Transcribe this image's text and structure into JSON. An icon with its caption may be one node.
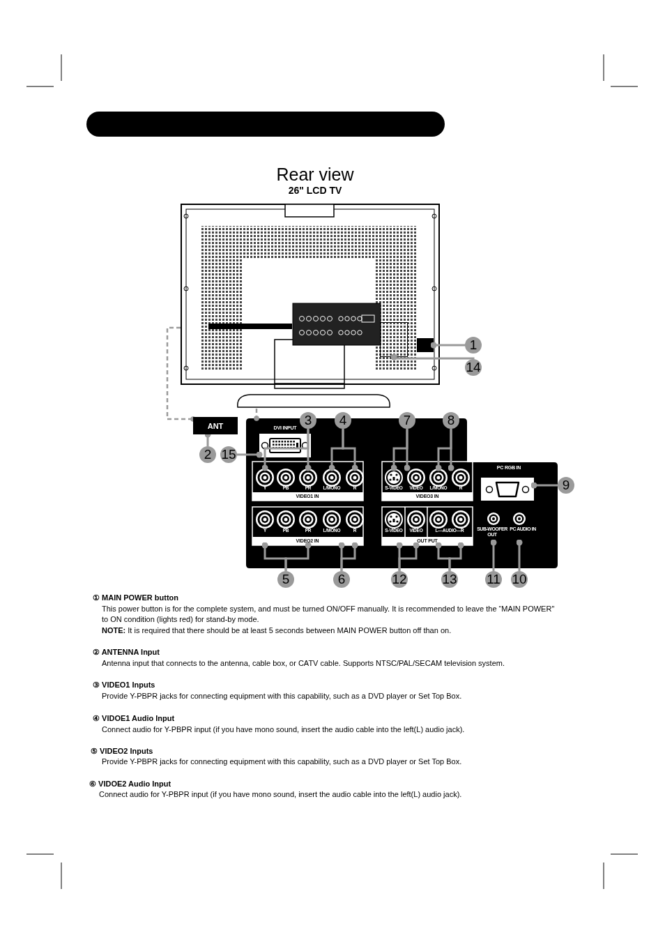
{
  "diagram": {
    "title": "Rear view",
    "nodes": [
      {
        "text": [],
        "shape": "picture"
      },
      {
        "text": [],
        "shape": "box",
        "in": 0
      },
      {
        "text": [],
        "shape": "box",
        "in": 0
      },
      {
        "text": [
          "1"
        ]
      },
      {
        "text": [
          "14"
        ]
      },
      {
        "text": [
          "ANT"
        ]
      },
      {
        "text": [],
        "shape": "box"
      },
      {
        "text": [],
        "shape": "box",
        "in": 6
      },
      {
        "text": [],
        "shape": "circle",
        "in": 6
      },
      {
        "text": [],
        "shape": "circle",
        "in": 6
      },
      {
        "text": [],
        "shape": "circle",
        "in": 6
      },
      {
        "text": [],
        "shape": "circle",
        "in": 6
      },
      {
        "text": [],
        "shape": "circle",
        "in": 6
      },
      {
        "text": [],
        "shape": "circle",
        "in": 6
      },
      {
        "text": [],
        "shape": "circle",
        "in": 6
      },
      {
        "text": [],
        "shape": "circle",
        "in": 6
      },
      {
        "text": [],
        "shape": "circle",
        "in": 6
      },
      {
        "text": [],
        "shape": "box",
        "in": 6
      },
      {
        "text": [],
        "shape": "circle",
        "in": 6
      },
      {
        "text": [],
        "shape": "circle",
        "in": 6
      },
      {
        "text": [],
        "shape": "circle",
        "in": 6
      },
      {
        "text": [],
        "shape": "circle",
        "in": 6
      },
      {
        "text": [],
        "shape": "circle",
        "in": 6
      },
      {
        "text": [],
        "shape": "circle",
        "in": 6
      },
      {
        "text": [],
        "shape": "circle",
        "in": 6
      },
      {
        "text": [],
        "shape": "circle",
        "in": 6
      },
      {
        "text": [],
        "shape": "circle",
        "in": 6
      },
      {
        "text": [],
        "shape": "circle",
        "in": 6
      },
      {
        "text": [],
        "shape": "circle",
        "in": 6
      },
      {
        "text": [
          "2"
        ]
      },
      {
        "text": [
          "15"
        ]
      },
      {
        "text": [
          "3"
        ]
      },
      {
        "text": [
          "4"
        ]
      },
      {
        "text": [
          "7"
        ]
      },
      {
        "text": [
          "8"
        ]
      },
      {
        "text": [
          "9"
        ]
      },
      {
        "text": [
          "5"
        ]
      },
      {
        "text": [
          "6"
        ]
      },
      {
        "text": [
          "12"
        ]
      },
      {
        "text": [
          "13"
        ]
      },
      {
        "text": [
          "11"
        ]
      },
      {
        "text": [
          "10"
        ]
      },
      {
        "text": [],
        "shape": "bar"
      }
    ],
    "edges": [
      {
        "from": 0,
        "to": 5,
        "arrow": "other",
        "style": "dashed"
      },
      {
        "from": 0,
        "to": 6,
        "arrow": "other",
        "style": "dashed"
      },
      {
        "from": 3,
        "to": 2,
        "arrow": "other"
      },
      {
        "from": 4,
        "to": 1,
        "arrow": "other"
      },
      {
        "from": 29,
        "to": 5,
        "arrow": "other"
      },
      {
        "from": 30,
        "to": 7,
        "arrow": "other"
      },
      {
        "from": 31,
        "to": 8,
        "arrow": "other"
      },
      {
        "from": 31,
        "to": 10,
        "arrow": "other"
      },
      {
        "from": 32,
        "to": 11,
        "arrow": "other"
      },
      {
        "from": 32,
        "to": 12,
        "arrow": "other"
      },
      {
        "from": 33,
        "to": 13,
        "arrow": "other"
      },
      {
        "from": 33,
        "to": 14,
        "arrow": "other"
      },
      {
        "from": 34,
        "to": 15,
        "arrow": "other"
      },
      {
        "from": 34,
        "to": 16,
        "arrow": "other"
      },
      {
        "from": 35,
        "to": 17,
        "arrow": "other"
      },
      {
        "from": 36,
        "to": 18,
        "arrow": "other"
      },
      {
        "from": 36,
        "to": 20,
        "arrow": "other"
      },
      {
        "from": 37,
        "to": 21,
        "arrow": "other"
      },
      {
        "from": 37,
        "to": 22,
        "arrow": "other"
      },
      {
        "from": 38,
        "to": 23,
        "arrow": "other"
      },
      {
        "from": 38,
        "to": 24,
        "arrow": "other"
      },
      {
        "from": 39,
        "to": 25,
        "arrow": "other"
      },
      {
        "from": 39,
        "to": 26,
        "arrow": "other"
      },
      {
        "from": 40,
        "to": 27,
        "arrow": "other"
      },
      {
        "from": 41,
        "to": 28,
        "arrow": "other"
      }
    ],
    "labels": [
      "26\" LCD TV",
      "DVI INPUT",
      "Y",
      "PB",
      "PR",
      "L/MONO",
      "R",
      "VIDEO1 IN",
      "S-VIDEO",
      "VIDEO",
      "L/MONO",
      "R",
      "VIDEO3 IN",
      "PC RGB IN",
      "Y",
      "PB",
      "PR",
      "L/MONO",
      "R",
      "VIDEO2 IN",
      "S-VIDEO",
      "VIDEO",
      "L—AUDIO—R",
      "OUT PUT",
      "SUB-WOOFER OUT",
      "PC AUDIO IN",
      "① MAIN POWER button",
      "This power button is for the complete system, and must be turned ON/OFF manually. It is recommended to leave the “MAIN POWER\" to ON condition (lights red) for stand-by mode.",
      "**NOTE:** It is required that there should be at least 5 seconds between MAIN POWER   button off than on.",
      "② ANTENNA Input",
      "Antenna input that connects to the antenna, cable box, or CATV cable. Supports NTSC/PAL/SECAM television system.",
      "③ VIDEO1   Inputs",
      "Provide Y-PBPR jacks for connecting equipment with this capability, such as a DVD player or Set Top Box.",
      "④ VIDOE1 Audio Input",
      "Connect audio for Y-PBPR input (if you have mono sound, insert the audio cable into the left(L) audio jack).",
      "⑤ VIDEO2   Inputs",
      "Provide Y-PBPR jacks for connecting equipment with this capability, such as a DVD player or Set Top Box.",
      "⑥ VIDOE2 Audio Input",
      "Connect audio for Y-PBPR input (if you have mono sound, insert the audio cable into the left(L) audio jack)."
    ]
  }
}
